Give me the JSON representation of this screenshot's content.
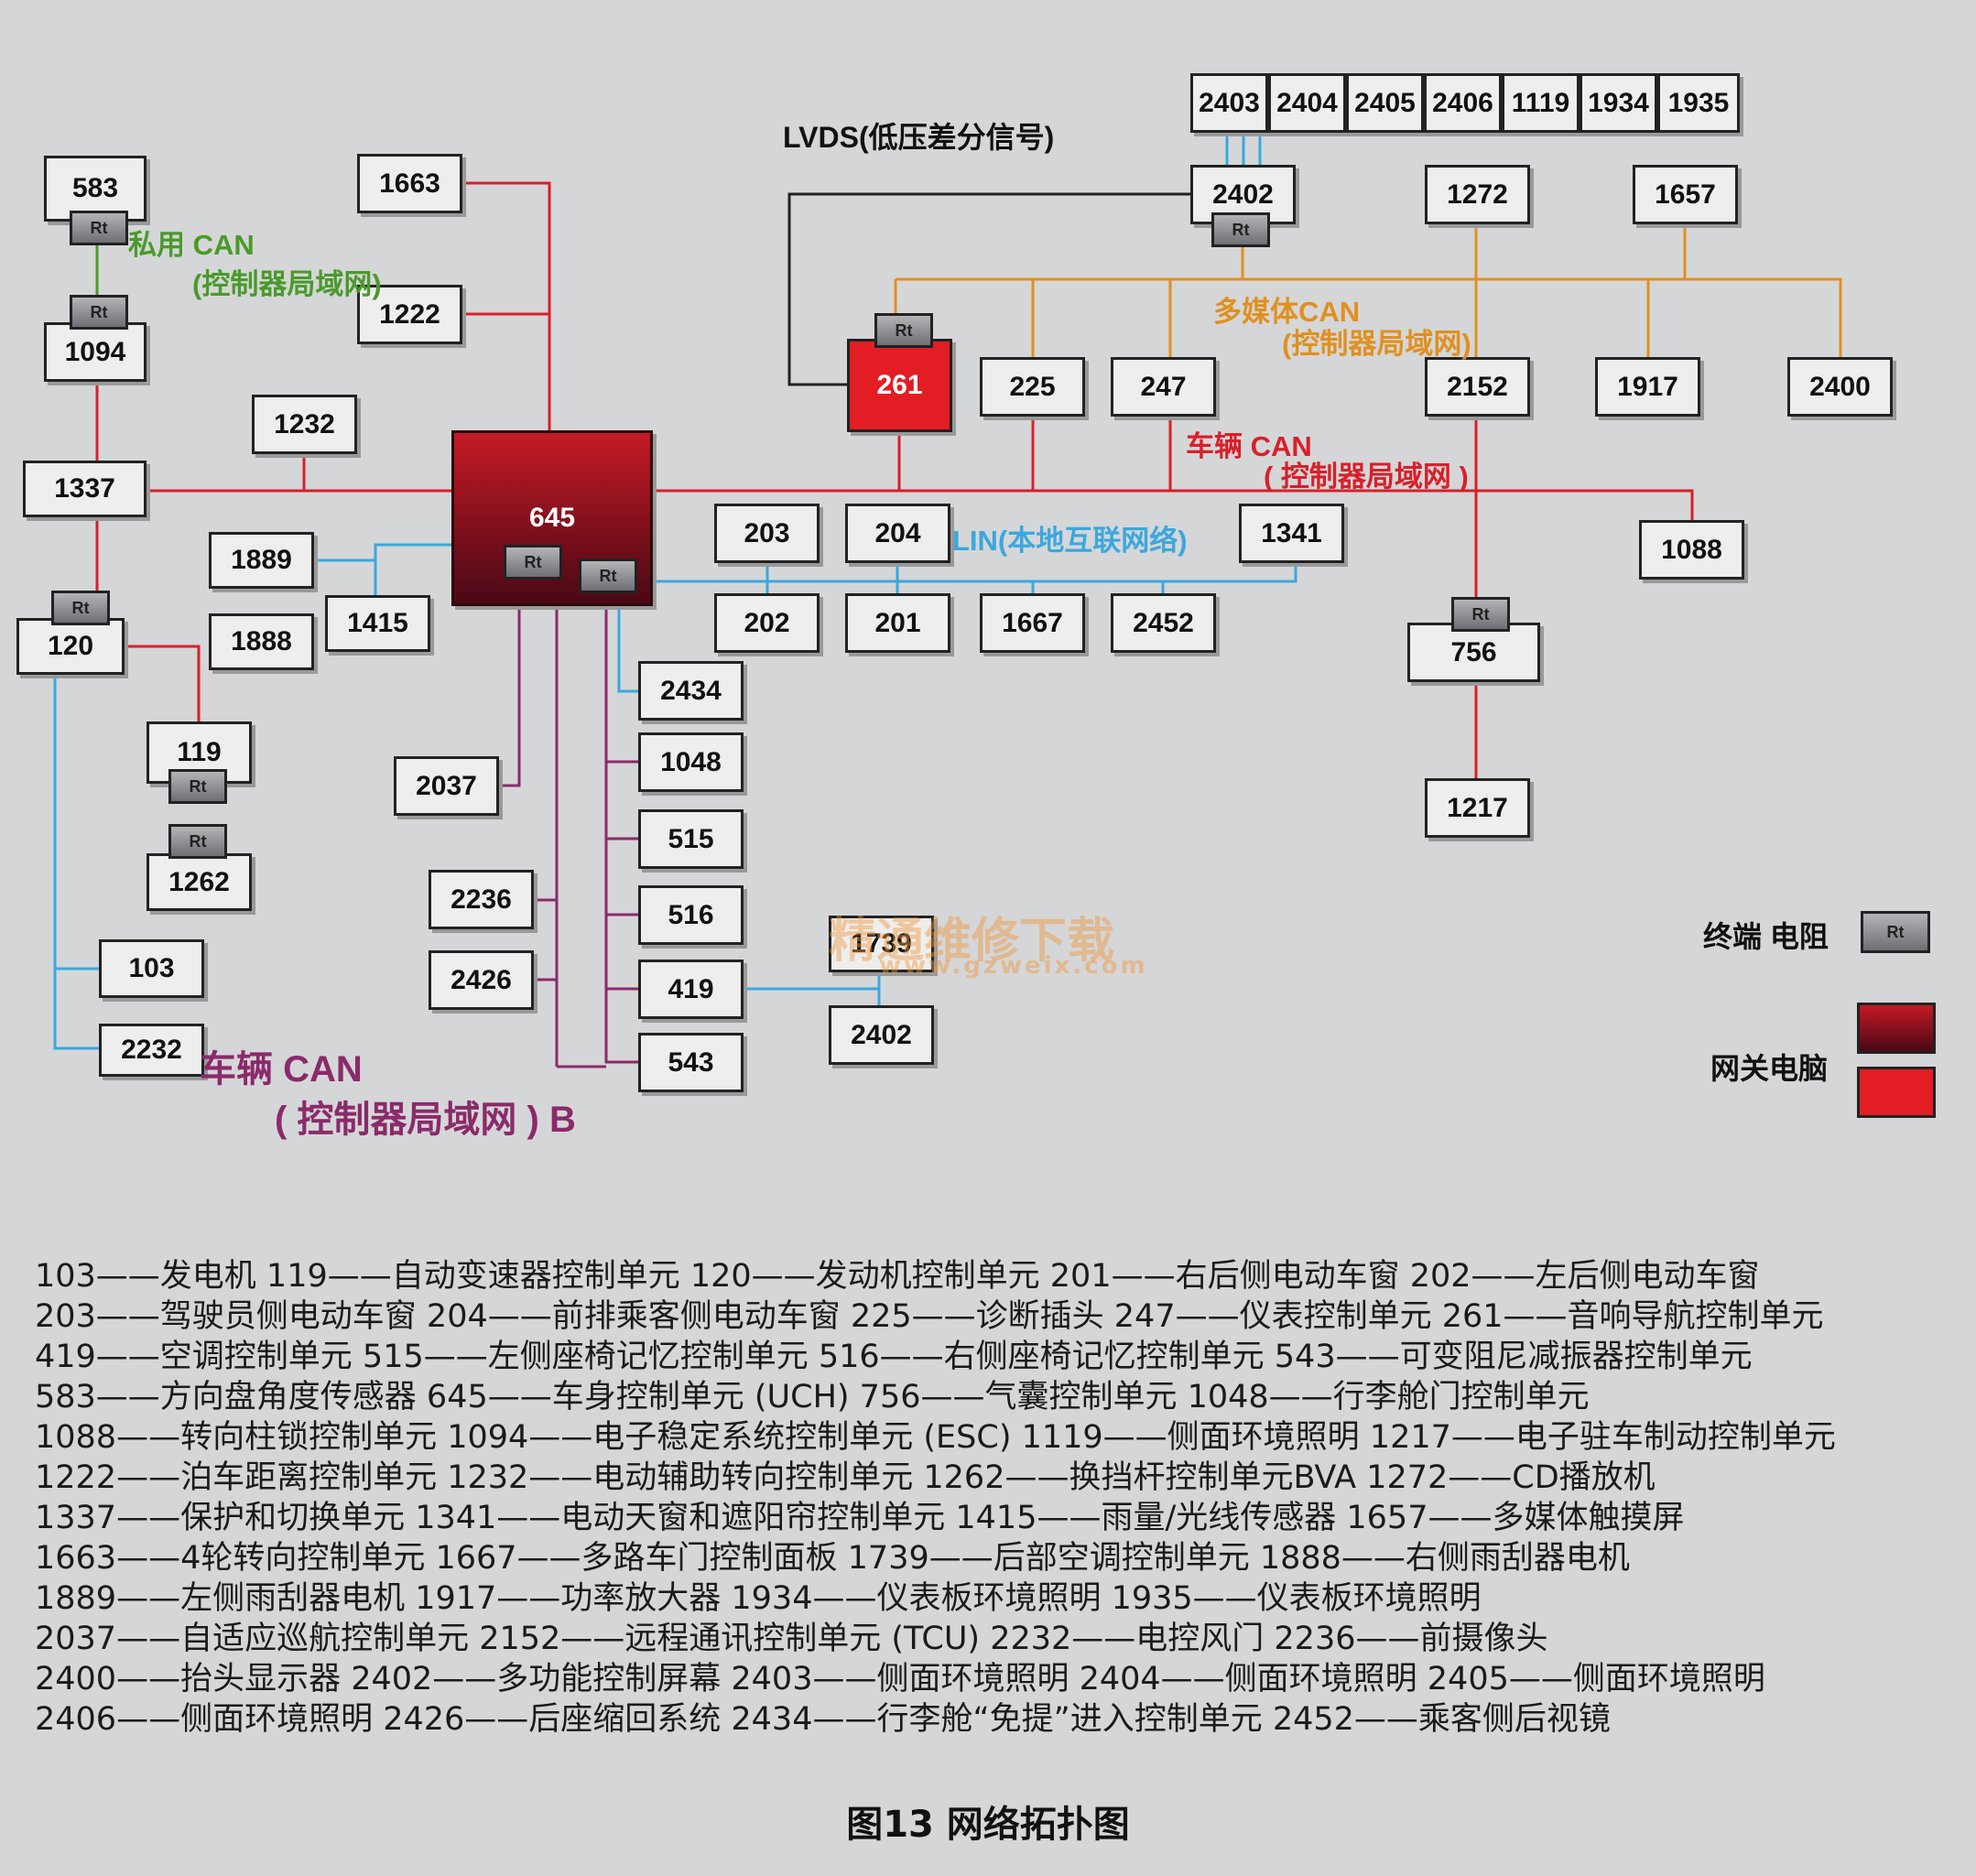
{
  "diagram": {
    "nodes": [
      {
        "id": "583",
        "label": "583"
      },
      {
        "id": "1094",
        "label": "1094"
      },
      {
        "id": "1337",
        "label": "1337"
      },
      {
        "id": "120",
        "label": "120"
      },
      {
        "id": "119",
        "label": "119"
      },
      {
        "id": "1262",
        "label": "1262"
      },
      {
        "id": "103",
        "label": "103"
      },
      {
        "id": "2232",
        "label": "2232"
      },
      {
        "id": "1663",
        "label": "1663"
      },
      {
        "id": "1222",
        "label": "1222"
      },
      {
        "id": "1232",
        "label": "1232"
      },
      {
        "id": "1889",
        "label": "1889"
      },
      {
        "id": "1888",
        "label": "1888"
      },
      {
        "id": "1415",
        "label": "1415"
      },
      {
        "id": "645",
        "label": "645"
      },
      {
        "id": "2037",
        "label": "2037"
      },
      {
        "id": "2236",
        "label": "2236"
      },
      {
        "id": "2426",
        "label": "2426"
      },
      {
        "id": "2434",
        "label": "2434"
      },
      {
        "id": "1048",
        "label": "1048"
      },
      {
        "id": "515",
        "label": "515"
      },
      {
        "id": "516",
        "label": "516"
      },
      {
        "id": "419",
        "label": "419"
      },
      {
        "id": "543",
        "label": "543"
      },
      {
        "id": "1739",
        "label": "1739"
      },
      {
        "id": "2402b",
        "label": "2402"
      },
      {
        "id": "203",
        "label": "203"
      },
      {
        "id": "204",
        "label": "204"
      },
      {
        "id": "202",
        "label": "202"
      },
      {
        "id": "201",
        "label": "201"
      },
      {
        "id": "1667",
        "label": "1667"
      },
      {
        "id": "2452",
        "label": "2452"
      },
      {
        "id": "1341",
        "label": "1341"
      },
      {
        "id": "261",
        "label": "261"
      },
      {
        "id": "225",
        "label": "225"
      },
      {
        "id": "247",
        "label": "247"
      },
      {
        "id": "2402",
        "label": "2402"
      },
      {
        "id": "2403",
        "label": "2403"
      },
      {
        "id": "2404",
        "label": "2404"
      },
      {
        "id": "2405",
        "label": "2405"
      },
      {
        "id": "2406",
        "label": "2406"
      },
      {
        "id": "1119",
        "label": "1119"
      },
      {
        "id": "1934",
        "label": "1934"
      },
      {
        "id": "1935",
        "label": "1935"
      },
      {
        "id": "1272",
        "label": "1272"
      },
      {
        "id": "1657",
        "label": "1657"
      },
      {
        "id": "2152",
        "label": "2152"
      },
      {
        "id": "1917",
        "label": "1917"
      },
      {
        "id": "2400",
        "label": "2400"
      },
      {
        "id": "1088",
        "label": "1088"
      },
      {
        "id": "756",
        "label": "756"
      },
      {
        "id": "1217",
        "label": "1217"
      }
    ],
    "rt_label": "Rt",
    "labels": {
      "private_can_1": "私用 CAN",
      "private_can_2": "(控制器局域网)",
      "lvds": "LVDS(低压差分信号)",
      "multimedia_can_1": "多媒体CAN",
      "multimedia_can_2": "(控制器局域网)",
      "vehicle_can_1": "车辆 CAN",
      "vehicle_can_2": "( 控制器局域网 )",
      "lin": "LIN(本地互联网络)",
      "vehicle_can_b_1": "车辆 CAN",
      "vehicle_can_b_2": "( 控制器局域网 ) B"
    },
    "legend": {
      "terminator": "终端 电阻",
      "terminator_symbol": "Rt",
      "gateway": "网关电脑"
    },
    "watermark": {
      "text": "精通维修下载",
      "url": "www.gzweix.com"
    },
    "colors": {
      "vehicle_can": "#d8202a",
      "can_b": "#8a2a6a",
      "lin": "#3aa8de",
      "multimedia_can": "#e09020",
      "private_can": "#4a9a2a",
      "lvds": "#222222"
    }
  },
  "legend_lines": [
    "103——发电机 119——自动变速器控制单元 120——发动机控制单元 201——右后侧电动车窗 202——左后侧电动车窗",
    "203——驾驶员侧电动车窗 204——前排乘客侧电动车窗 225——诊断插头 247——仪表控制单元 261——音响导航控制单元",
    "419——空调控制单元 515——左侧座椅记忆控制单元 516——右侧座椅记忆控制单元 543——可变阻尼减振器控制单元",
    "583——方向盘角度传感器 645——车身控制单元 (UCH) 756——气囊控制单元 1048——行李舱门控制单元",
    "1088——转向柱锁控制单元 1094——电子稳定系统控制单元 (ESC) 1119——侧面环境照明 1217——电子驻车制动控制单元",
    "1222——泊车距离控制单元 1232——电动辅助转向控制单元 1262——换挡杆控制单元BVA 1272——CD播放机",
    "1337——保护和切换单元 1341——电动天窗和遮阳帘控制单元 1415——雨量/光线传感器 1657——多媒体触摸屏",
    "1663——4轮转向控制单元 1667——多路车门控制面板 1739——后部空调控制单元 1888——右侧雨刮器电机",
    "1889——左侧雨刮器电机 1917——功率放大器 1934——仪表板环境照明 1935——仪表板环境照明",
    "2037——自适应巡航控制单元 2152——远程通讯控制单元 (TCU) 2232——电控风门 2236——前摄像头",
    "2400——抬头显示器 2402——多功能控制屏幕 2403——侧面环境照明 2404——侧面环境照明 2405——侧面环境照明",
    "2406——侧面环境照明 2426——后座缩回系统 2434——行李舱“免提”进入控制单元 2452——乘客侧后视镜"
  ],
  "caption": "图13 网络拓扑图"
}
